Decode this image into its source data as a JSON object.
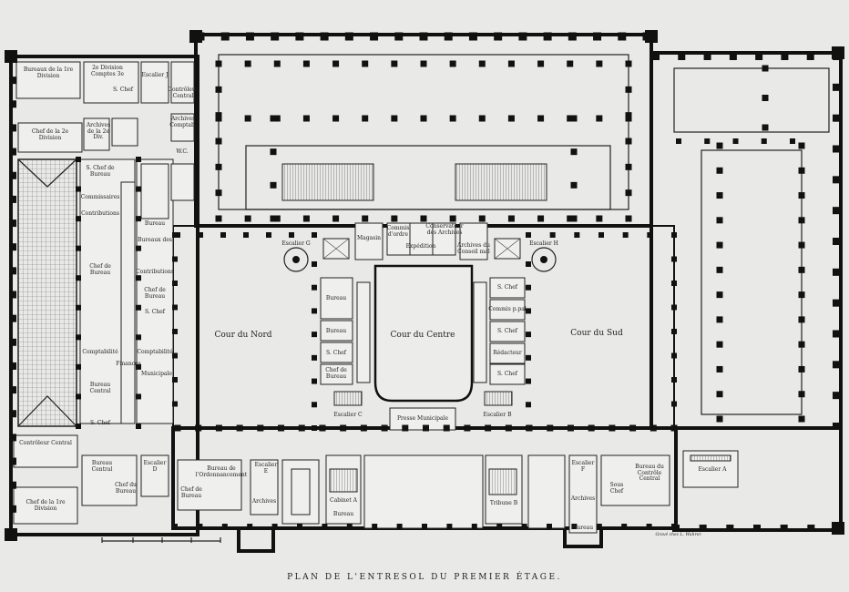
{
  "title": "PLAN DE L'ENTRESOL DU PREMIER ÉTAGE.",
  "credit": "Gravé chez L. Wuhrer.",
  "courts": {
    "nord": "Cour du Nord",
    "centre": "Cour du Centre",
    "sud": "Cour du Sud"
  },
  "rooms": {
    "bureau_de_la_1re": "Bureaux de la 1re Division",
    "division_comptes": "2e Division Comptes 3e",
    "s_chef_top": "S. Chef",
    "escalier_j": "Escalier J",
    "controleur_central_top": "Contrôleur Central",
    "chef_2e_division": "Chef de la 2e Division",
    "archives_2e": "Archives de la 2e Div.",
    "archives_comptes": "Archives Comptab.",
    "wc": "W.C.",
    "s_chef_bureau": "S. Chef de Bureau",
    "commissaires": "Commissaires",
    "contributions": "Contributions",
    "bureau_left": "Bureau",
    "bureaux_des": "Bureaux des",
    "contributions_2": "Contributions",
    "chef_de_bureau_l": "Chef de Bureau",
    "chef_de_bureau_r": "Chef de Bureau",
    "s_chef_left": "S. Chef",
    "comptabilite": "Comptabilité",
    "comptabilite_2": "Comptabilité",
    "finances": "Finances",
    "municipale": "Municipale",
    "bureau_central": "Bureau Central",
    "s_chef_bottom": "S. Chef",
    "magasin": "Magasin",
    "commis_ordre": "Commis d'ordre",
    "expedition": "Expédition",
    "conservateur_archives": "Conservateur des Archives",
    "archives_conseil": "Archives du Conseil mal",
    "escalier_h": "Escalier H",
    "escalier_g": "Escalier G",
    "bureau_c1": "Bureau",
    "s_chef_c1": "S. Chef",
    "chef_bureau_c1": "Chef de Bureau",
    "s_chef_c2": "S. Chef",
    "commis_pal": "Commis p.pal",
    "s_chef_c3": "S. Chef",
    "redacteur": "Rédacteur",
    "s_chef_c4": "S. Chef",
    "escalier_c": "Escalier C",
    "escalier_b": "Escalier B",
    "presse_municipale": "Presse Municipale",
    "controleur_central_bottom": "Contrôleur Central",
    "chef_1re_division": "Chef de la 1re Division",
    "bureau_central_b": "Bureau Central",
    "chef_du_bureau": "Chef du Bureau",
    "escalier_d": "Escalier D",
    "chef_de_bureau_b": "Chef de Bureau",
    "bureau_ordonnancement": "Bureau de l'Ordonnancement",
    "escalier_e": "Escalier E",
    "archives_e": "Archives",
    "cabinet_a": "Cabinet A",
    "bureau_a": "Bureau",
    "tribune_b": "Tribune B",
    "escalier_f": "Escalier F",
    "archives_f": "Archives",
    "bureau_f": "Bureau",
    "sous_chef": "Sous Chef",
    "bureau_du_controle": "Bureau du Contrôle Central",
    "escalier_a": "Escalier A"
  }
}
